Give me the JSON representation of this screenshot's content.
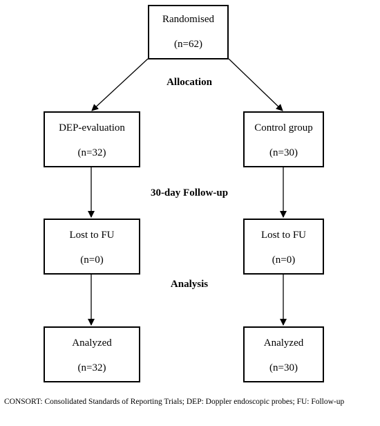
{
  "boxes": {
    "randomised": {
      "label": "Randomised",
      "count": "(n=62)"
    },
    "dep_evaluation": {
      "label": "DEP-evaluation",
      "count": "(n=32)"
    },
    "control_group": {
      "label": "Control group",
      "count": "(n=30)"
    },
    "lost_left": {
      "label": "Lost to FU",
      "count": "(n=0)"
    },
    "lost_right": {
      "label": "Lost to FU",
      "count": "(n=0)"
    },
    "analyzed_left": {
      "label": "Analyzed",
      "count": "(n=32)"
    },
    "analyzed_right": {
      "label": "Analyzed",
      "count": "(n=30)"
    }
  },
  "stages": {
    "allocation": "Allocation",
    "follow_up": "30-day Follow-up",
    "analysis": "Analysis"
  },
  "footnote": "CONSORT: Consolidated Standards of Reporting Trials; DEP: Doppler endoscopic probes; FU: Follow-up"
}
